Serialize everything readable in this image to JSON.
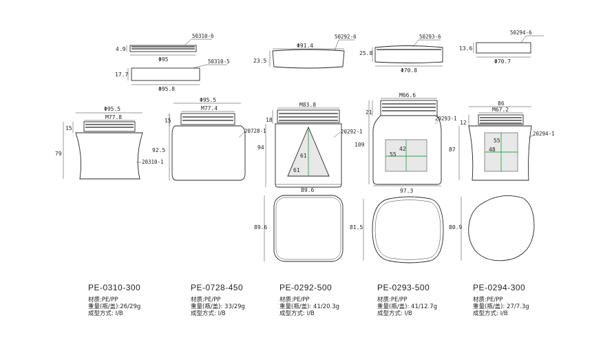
{
  "p1": {
    "cap_code": "50310-6",
    "cap_h": "4.9",
    "cap_d": "Φ95",
    "insert_code": "50310-5",
    "insert_h": "17.7",
    "insert_d": "Φ95.8",
    "jar_d": "Φ95.5",
    "neck_d": "M77.8",
    "neck_h": "15",
    "jar_h": "79",
    "jar_code": "20310-1"
  },
  "p2": {
    "jar_d": "Φ95.5",
    "neck_d": "M77.4",
    "neck_h": "15",
    "jar_h": "92.5",
    "jar_code": "20728-1"
  },
  "p3": {
    "cap_code": "50292-6",
    "cap_d": "Φ91.4",
    "cap_h": "23.5",
    "neck_d": "M83.8",
    "neck_h": "18",
    "jar_h": "94",
    "jar_code": "20292-1",
    "label_h": "61",
    "label_w": "61",
    "jar_w": "89.6",
    "plan_d": "89.6"
  },
  "p4": {
    "cap_code": "50293-6",
    "cap_h": "25.8",
    "cap_d": "Φ70.8",
    "neck_d": "M66.6",
    "neck_h": "21",
    "jar_h": "109",
    "jar_code": "20293-1",
    "label_h": "42",
    "label_w": "55",
    "jar_w": "97.3",
    "plan_d": "81.5"
  },
  "p5": {
    "cap_code": "50294-6",
    "cap_h": "13.6",
    "cap_d": "Φ70.7",
    "jar_w": "86",
    "neck_d": "M67.2",
    "neck_h": "12",
    "jar_h": "87",
    "jar_code": "20294-1",
    "label_h": "55",
    "label_w": "48",
    "plan_d": "80.9"
  },
  "specs": [
    {
      "model": "PE-0310-300",
      "material": "材质:PE/PP",
      "weight": "重量(瓶/盖):26/29g",
      "molding": "成型方式: I/B"
    },
    {
      "model": "PE-0728-450",
      "material": "材质:PE/PP",
      "weight": "重量(瓶/盖): 33/29g",
      "molding": "成型方式: I/B"
    },
    {
      "model": "PE-0292-500",
      "material": "材质:PE/PP",
      "weight": "重量(瓶/盖): 41/20.3g",
      "molding": "成型方式: I/B"
    },
    {
      "model": "PE-0293-500",
      "material": "材质:PE/PP",
      "weight": "重量(瓶/盖): 41/12.7g",
      "molding": "成型方式: I/B"
    },
    {
      "model": "PE-0294-300",
      "material": "材质:PE/PP",
      "weight": "重量(瓶/盖): 27/7.3g",
      "molding": "成型方式: I/B"
    }
  ]
}
